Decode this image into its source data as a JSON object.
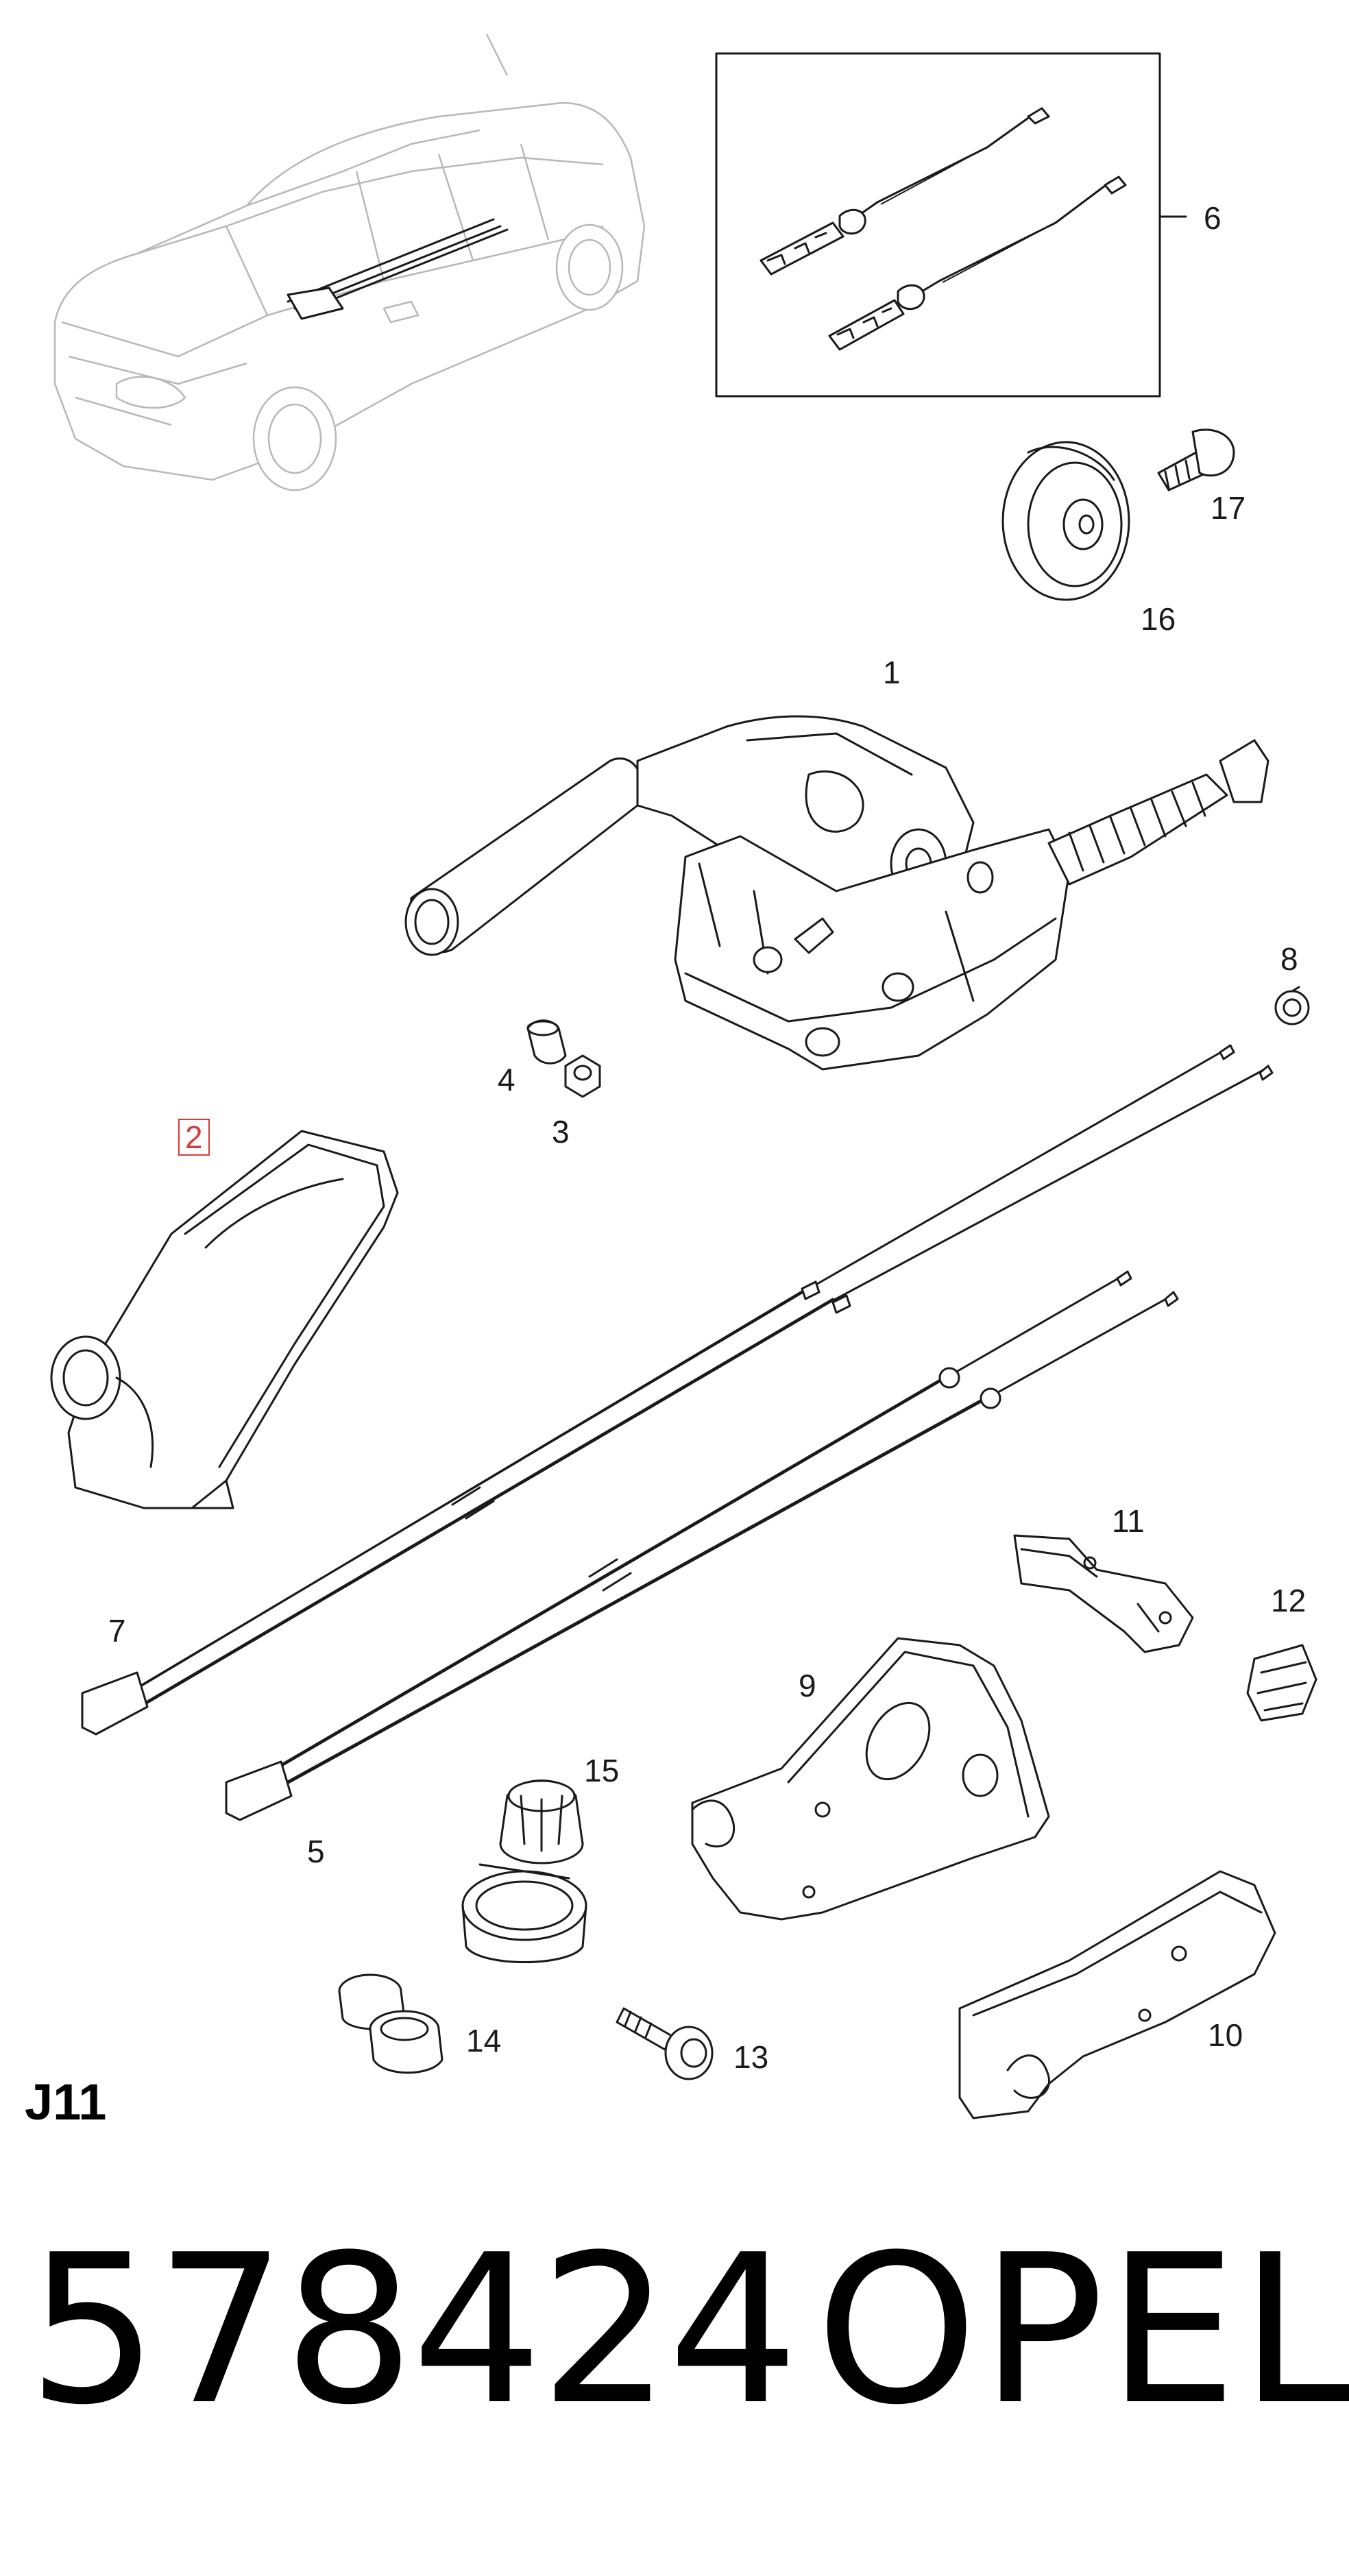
{
  "callouts": {
    "c1": "1",
    "c2": "2",
    "c3": "3",
    "c4": "4",
    "c5": "5",
    "c6": "6",
    "c7": "7",
    "c8": "8",
    "c9": "9",
    "c10": "10",
    "c11": "11",
    "c12": "12",
    "c13": "13",
    "c14": "14",
    "c15": "15",
    "c16": "16",
    "c17": "17"
  },
  "highlighted_callout": "2",
  "diagram_code": "J11",
  "footer": {
    "part_number": "578424",
    "brand": "OPEL"
  },
  "colors": {
    "line": "#1a1a1a",
    "vehicle_line": "#b8b8b8",
    "highlight": "#d83a3a"
  }
}
